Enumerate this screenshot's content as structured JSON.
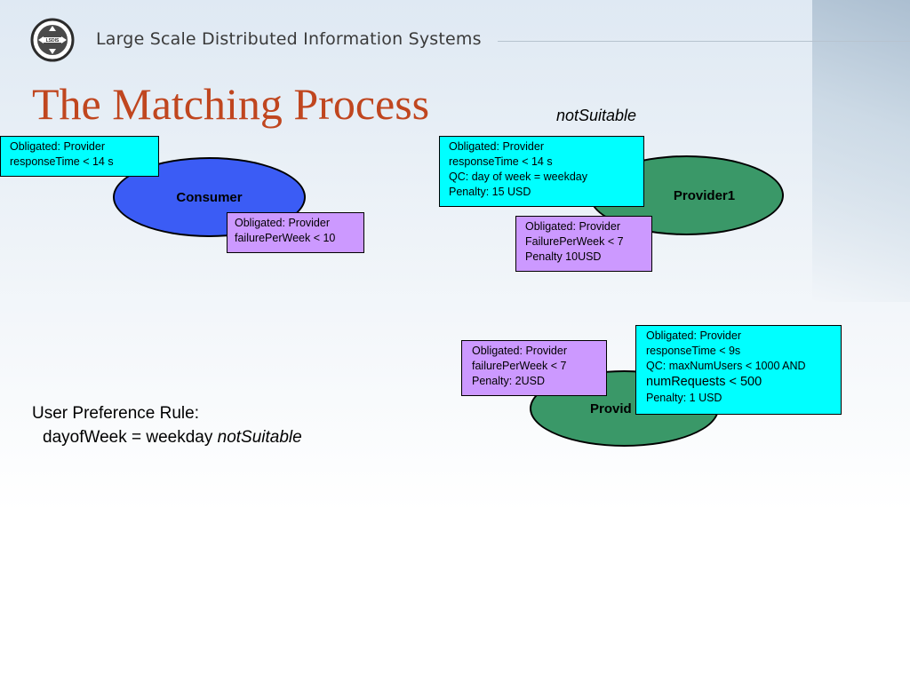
{
  "header": {
    "logo_text": "LSDIS",
    "title": "Large Scale Distributed Information Systems"
  },
  "slide_title": "The Matching Process",
  "top_label": "notSuitable",
  "nodes": {
    "consumer": "Consumer",
    "provider1": "Provider1",
    "provider2": "Provid"
  },
  "boxes": {
    "consumer_obligation_1": [
      "Obligated: Provider",
      "responseTime < 14 s"
    ],
    "consumer_obligation_2": [
      "Obligated:  Provider",
      "failurePerWeek < 10"
    ],
    "provider1_obligation_1": [
      "Obligated: Provider",
      "responseTime < 14 s",
      "QC: day of week = weekday",
      "Penalty: 15 USD"
    ],
    "provider1_obligation_2": [
      "Obligated: Provider",
      "FailurePerWeek < 7",
      "Penalty 10USD"
    ],
    "provider2_obligation_1": [
      "Obligated:  Provider",
      "failurePerWeek < 7",
      "Penalty: 2USD"
    ],
    "provider2_obligation_2": [
      "Obligated: Provider",
      "responseTime < 9s",
      "QC: maxNumUsers < 1000 AND",
      "numRequests < 500",
      "Penalty: 1 USD"
    ]
  },
  "user_preference": {
    "heading": "User Preference Rule:",
    "rule": "dayofWeek = weekday",
    "result": "notSuitable"
  },
  "colors": {
    "title_accent": "#c0461f",
    "consumer_fill": "#3b5cf5",
    "provider_fill": "#3a9868",
    "cyan_box": "#00ffff",
    "violet_box": "#cc99ff"
  }
}
